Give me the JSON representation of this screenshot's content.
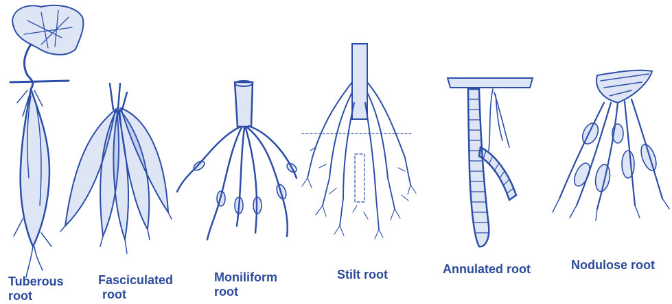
{
  "figure": {
    "labels": [
      {
        "id": "tuberous",
        "line1": "Tuberous",
        "line2": "root"
      },
      {
        "id": "fasciculated",
        "line1": "Fasciculated",
        "line2": "root"
      },
      {
        "id": "moniliform",
        "line1": "Moniliform",
        "line2": "root"
      },
      {
        "id": "stilt",
        "line1": "Stilt root",
        "line2": ""
      },
      {
        "id": "annulated",
        "line1": "Annulated root",
        "line2": ""
      },
      {
        "id": "nodulose",
        "line1": "Nodulose root",
        "line2": ""
      }
    ],
    "colors": {
      "ink": "#2c4ea8",
      "label": "#2b4a9a",
      "background": "#ffffff"
    }
  }
}
